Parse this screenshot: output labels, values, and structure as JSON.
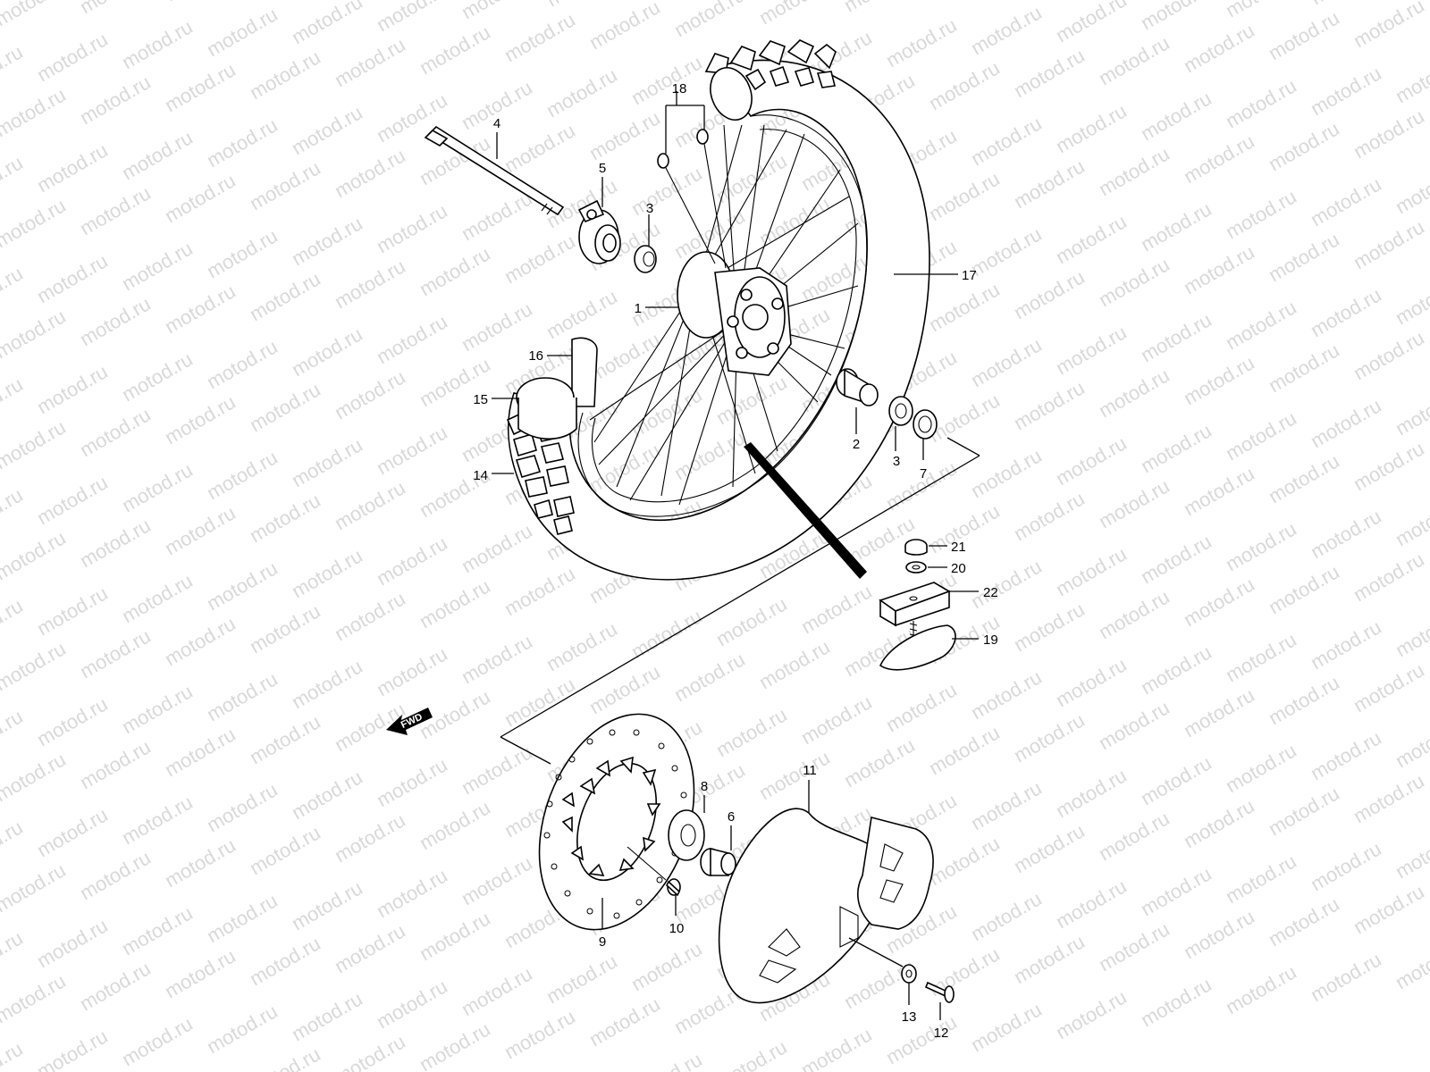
{
  "watermark": {
    "text": "motod.ru"
  },
  "fwd_label": "FWD",
  "callouts": {
    "p1": "1",
    "p2": "2",
    "p3a": "3",
    "p3b": "3",
    "p4": "4",
    "p5": "5",
    "p6": "6",
    "p7": "7",
    "p8": "8",
    "p9": "9",
    "p10": "10",
    "p11": "11",
    "p12": "12",
    "p13": "13",
    "p14": "14",
    "p15": "15",
    "p16": "16",
    "p17": "17",
    "p18": "18",
    "p19": "19",
    "p20": "20",
    "p21": "21",
    "p22": "22"
  }
}
